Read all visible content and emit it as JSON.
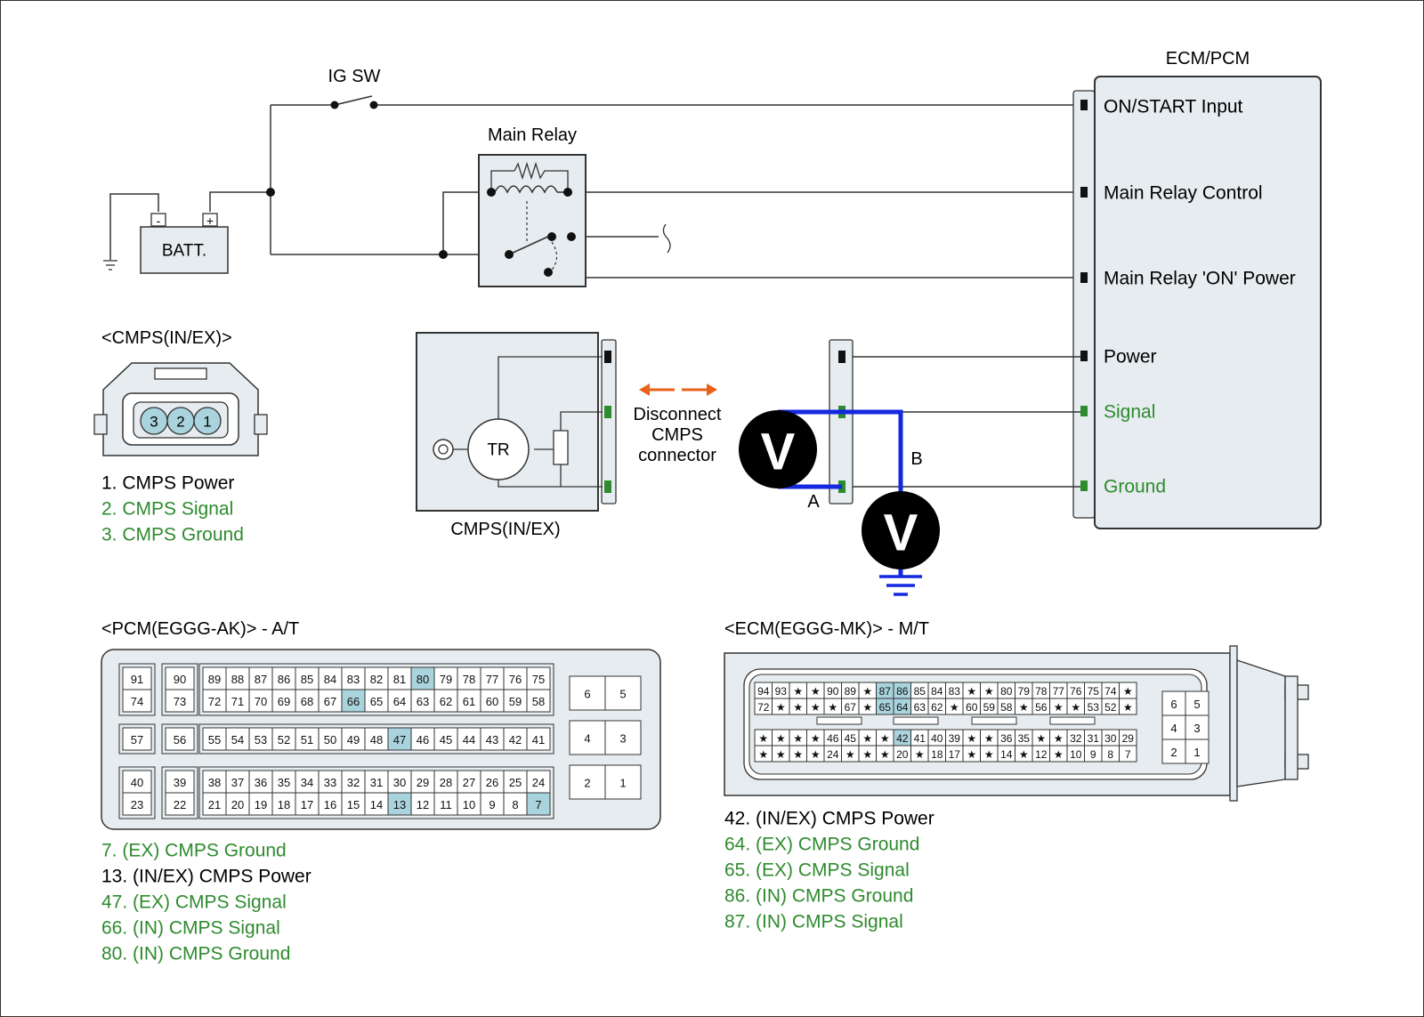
{
  "colors": {
    "green": "#2e8b2e",
    "blue": "#1428e0",
    "orange": "#e8621a",
    "highlight": "#a9d3dd",
    "box_fill": "#e6ecef",
    "ground_blue": "#1428e0"
  },
  "labels": {
    "ig_sw": "IG SW",
    "main_relay": "Main Relay",
    "battery": "BATT.",
    "battery_neg": "-",
    "battery_pos": "+",
    "ecm_title": "ECM/PCM",
    "ecm_pins": [
      "ON/START Input",
      "Main Relay Control",
      "Main Relay 'ON' Power",
      "Power",
      "Signal",
      "Ground"
    ],
    "cmps_header": "<CMPS(IN/EX)>",
    "cmps_pins": [
      "3",
      "2",
      "1"
    ],
    "cmps_legend": [
      "1. CMPS Power",
      "2. CMPS Signal",
      "3. CMPS Ground"
    ],
    "tr": "TR",
    "cmps_box": "CMPS(IN/EX)",
    "disconnect": [
      "Disconnect",
      "CMPS",
      "connector"
    ],
    "meter_a": "A",
    "meter_b": "B",
    "meter_symbol": "V",
    "pcm_header": "<PCM(EGGG-AK)> - A/T",
    "ecm_header": "<ECM(EGGG-MK)> - M/T",
    "pcm_legend": [
      "7. (EX) CMPS Ground",
      "13. (IN/EX) CMPS Power",
      "47. (EX) CMPS Signal",
      "66. (IN) CMPS Signal",
      "80. (IN) CMPS Ground"
    ],
    "ecm_legend": [
      "42. (IN/EX) CMPS Power",
      "64. (EX) CMPS Ground",
      "65. (EX) CMPS Signal",
      "86. (IN) CMPS Ground",
      "87. (IN) CMPS Signal"
    ]
  },
  "pcm_connector": {
    "highlighted": [
      "80",
      "66",
      "47",
      "13",
      "7"
    ],
    "groups": [
      {
        "singles": [
          [
            "91",
            "74"
          ],
          [
            "90",
            "73"
          ]
        ],
        "rows": [
          [
            "89",
            "88",
            "87",
            "86",
            "85",
            "84",
            "83",
            "82",
            "81",
            "80",
            "79",
            "78",
            "77",
            "76",
            "75"
          ],
          [
            "72",
            "71",
            "70",
            "69",
            "68",
            "67",
            "66",
            "65",
            "64",
            "63",
            "62",
            "61",
            "60",
            "59",
            "58"
          ]
        ],
        "side": [
          "6",
          "5"
        ]
      },
      {
        "singles": [
          [
            "57"
          ],
          [
            "56"
          ]
        ],
        "rows": [
          [
            "55",
            "54",
            "53",
            "52",
            "51",
            "50",
            "49",
            "48",
            "47",
            "46",
            "45",
            "44",
            "43",
            "42",
            "41"
          ]
        ],
        "side": [
          "4",
          "3"
        ]
      },
      {
        "singles": [
          [
            "40",
            "23"
          ],
          [
            "39",
            "22"
          ]
        ],
        "rows": [
          [
            "38",
            "37",
            "36",
            "35",
            "34",
            "33",
            "32",
            "31",
            "30",
            "29",
            "28",
            "27",
            "26",
            "25",
            "24"
          ],
          [
            "21",
            "20",
            "19",
            "18",
            "17",
            "16",
            "15",
            "14",
            "13",
            "12",
            "11",
            "10",
            "9",
            "8",
            "7"
          ]
        ],
        "side": [
          "2",
          "1"
        ]
      }
    ]
  },
  "ecm_connector": {
    "highlighted": [
      "87",
      "86",
      "65",
      "64",
      "42"
    ],
    "top_rows": [
      [
        "94",
        "93",
        "★",
        "★",
        "90",
        "89",
        "★",
        "87",
        "86",
        "85",
        "84",
        "83",
        "★",
        "★",
        "80",
        "79",
        "78",
        "77",
        "76",
        "75",
        "74",
        "★"
      ],
      [
        "72",
        "★",
        "★",
        "★",
        "★",
        "67",
        "★",
        "65",
        "64",
        "63",
        "62",
        "★",
        "60",
        "59",
        "58",
        "★",
        "56",
        "★",
        "★",
        "53",
        "52",
        "★"
      ]
    ],
    "bottom_rows": [
      [
        "★",
        "★",
        "★",
        "★",
        "46",
        "45",
        "★",
        "★",
        "42",
        "41",
        "40",
        "39",
        "★",
        "★",
        "36",
        "35",
        "★",
        "★",
        "32",
        "31",
        "30",
        "29"
      ],
      [
        "★",
        "★",
        "★",
        "★",
        "24",
        "★",
        "★",
        "★",
        "20",
        "★",
        "18",
        "17",
        "★",
        "★",
        "14",
        "★",
        "12",
        "★",
        "10",
        "9",
        "8",
        "7"
      ]
    ],
    "side": [
      "6",
      "5",
      "4",
      "3",
      "2",
      "1"
    ]
  }
}
